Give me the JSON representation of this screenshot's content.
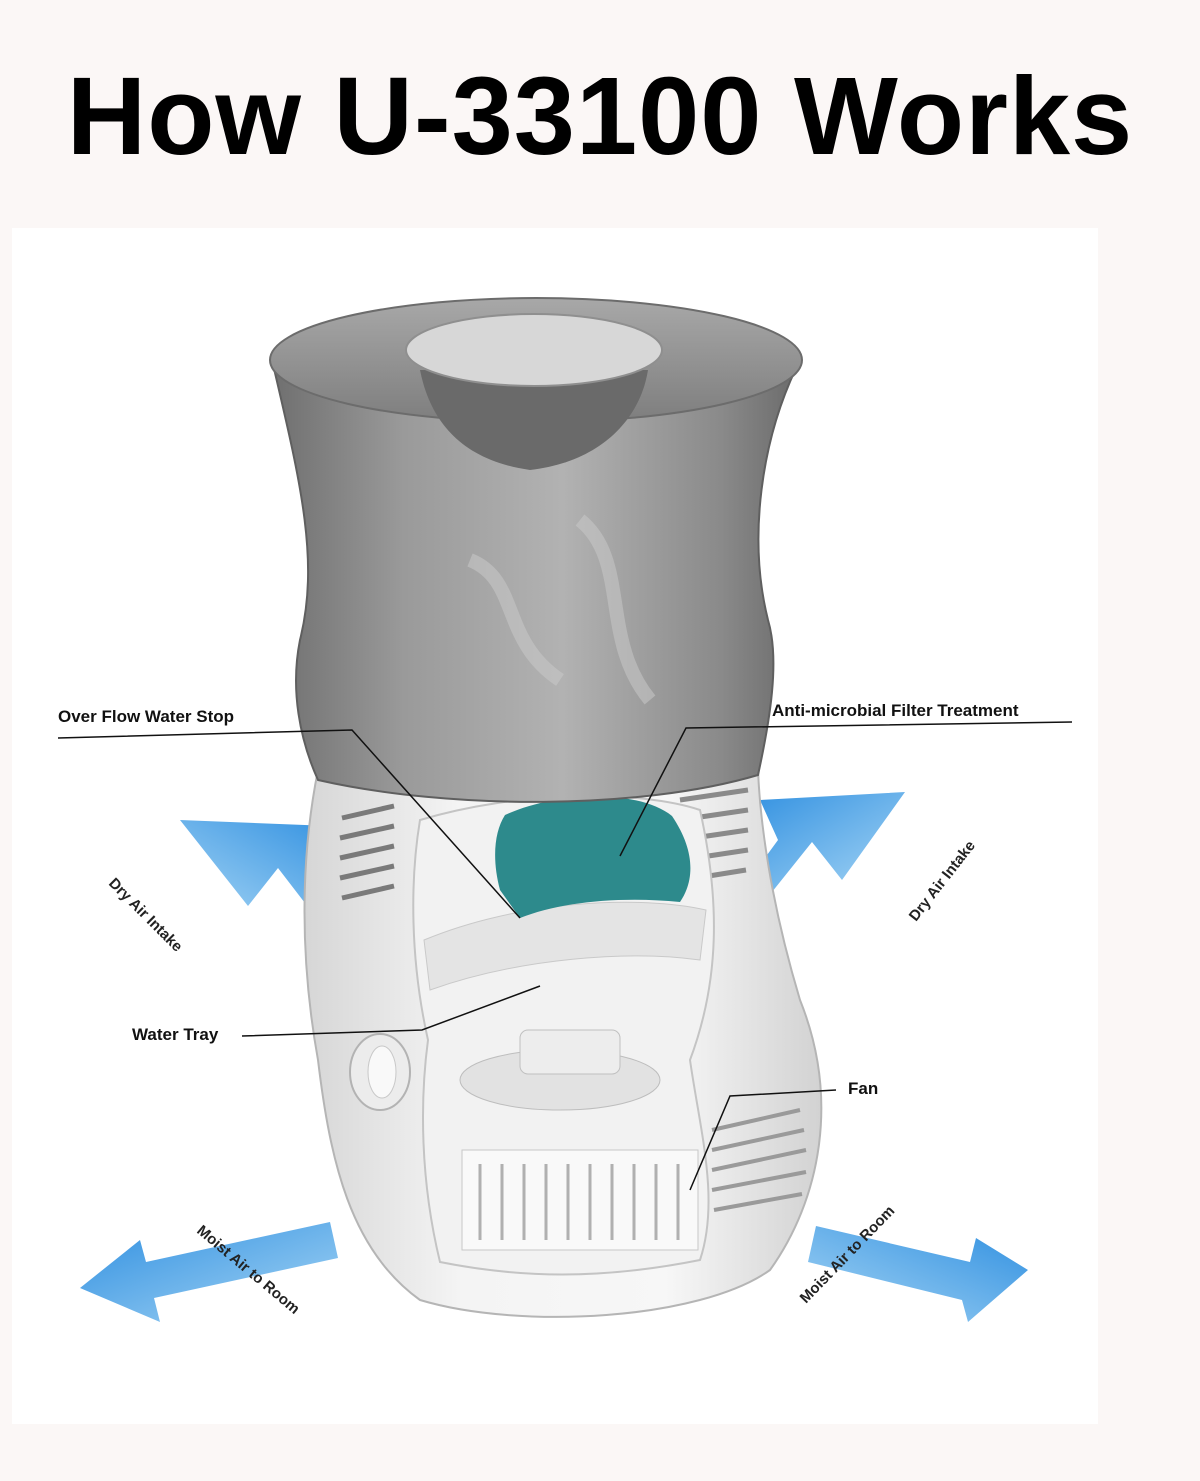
{
  "title": "How U-33100 Works",
  "labels": {
    "overflow": "Over Flow Water Stop",
    "filter": "Anti-microbial Filter Treatment",
    "water_tray": "Water Tray",
    "fan": "Fan",
    "dry_air_left": "Dry Air Intake",
    "dry_air_right": "Dry Air Intake",
    "moist_air_left": "Moist Air to Room",
    "moist_air_right": "Moist Air to Room"
  },
  "colors": {
    "filter": "#2d8a8c",
    "arrow": "#3b9ee0",
    "tank": "#8e8e8e",
    "base": "#ececec"
  }
}
